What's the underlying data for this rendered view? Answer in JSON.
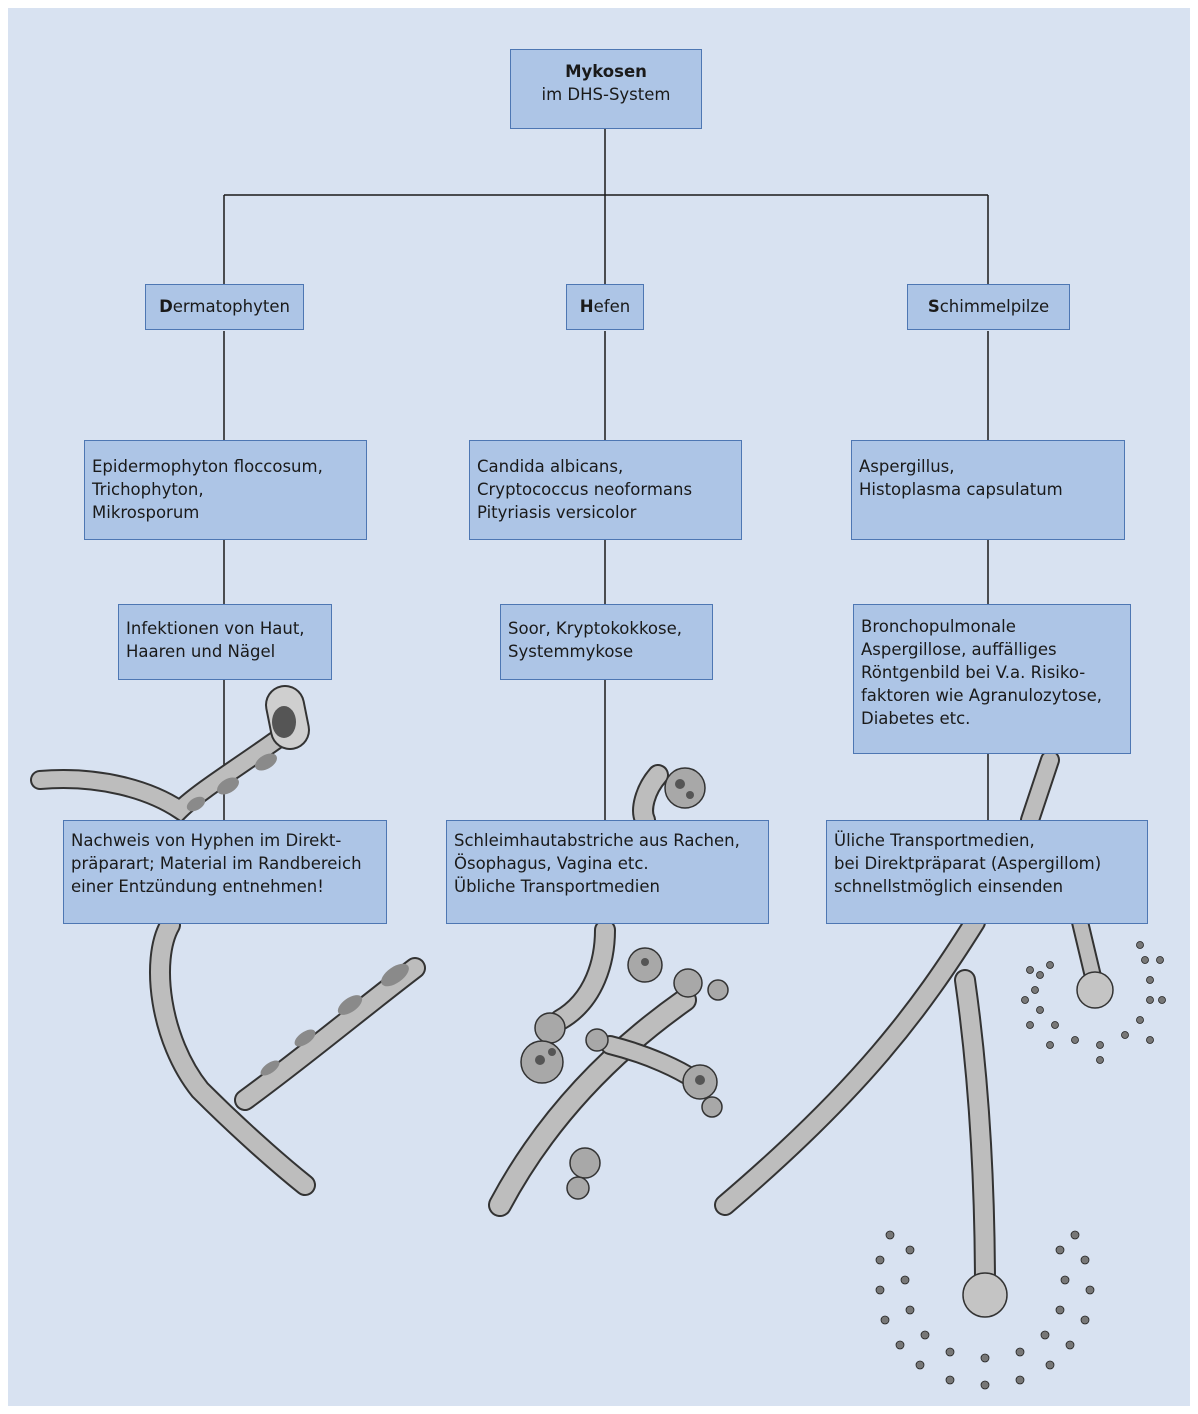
{
  "root": {
    "title": "Mykosen",
    "subtitle": "im DHS-System"
  },
  "categories": [
    {
      "initial": "D",
      "rest": "ermatophyten"
    },
    {
      "initial": "H",
      "rest": "efen"
    },
    {
      "initial": "S",
      "rest": "chimmelpilze"
    }
  ],
  "columns": [
    {
      "species": [
        "Epidermophyton floccosum,",
        "Trichophyton,",
        "Mikrosporum"
      ],
      "disease": [
        "Infektionen von Haut,",
        "Haaren und Nägel"
      ],
      "sampling": [
        "Nachweis von Hyphen im Direkt-",
        "präparart; Material im Randbereich",
        "einer Entzündung entnehmen!"
      ]
    },
    {
      "species": [
        "Candida albicans,",
        "Cryptococcus neoformans",
        "Pityriasis versicolor"
      ],
      "disease": [
        "Soor, Kryptokokkose,",
        "Systemmykose"
      ],
      "sampling": [
        "Schleimhautabstriche aus Rachen,",
        "Ösophagus, Vagina etc.",
        "Übliche Transportmedien"
      ]
    },
    {
      "species": [
        "Aspergillus,",
        "Histoplasma capsulatum"
      ],
      "disease": [
        "Bronchopulmonale",
        "Aspergillose, auffälliges",
        "Röntgenbild bei V.a. Risiko-",
        "faktoren wie Agranulozytose,",
        "Diabetes etc."
      ],
      "sampling": [
        "Üliche Transportmedien,",
        "bei Direktpräparat (Aspergillom)",
        "schnellstmöglich einsenden"
      ]
    }
  ],
  "colors": {
    "background": "#d8e2f1",
    "box_fill": "#adc5e6",
    "box_border": "#4e77b3",
    "line": "#1a1a1a",
    "hypha": "#bcbcbc"
  }
}
